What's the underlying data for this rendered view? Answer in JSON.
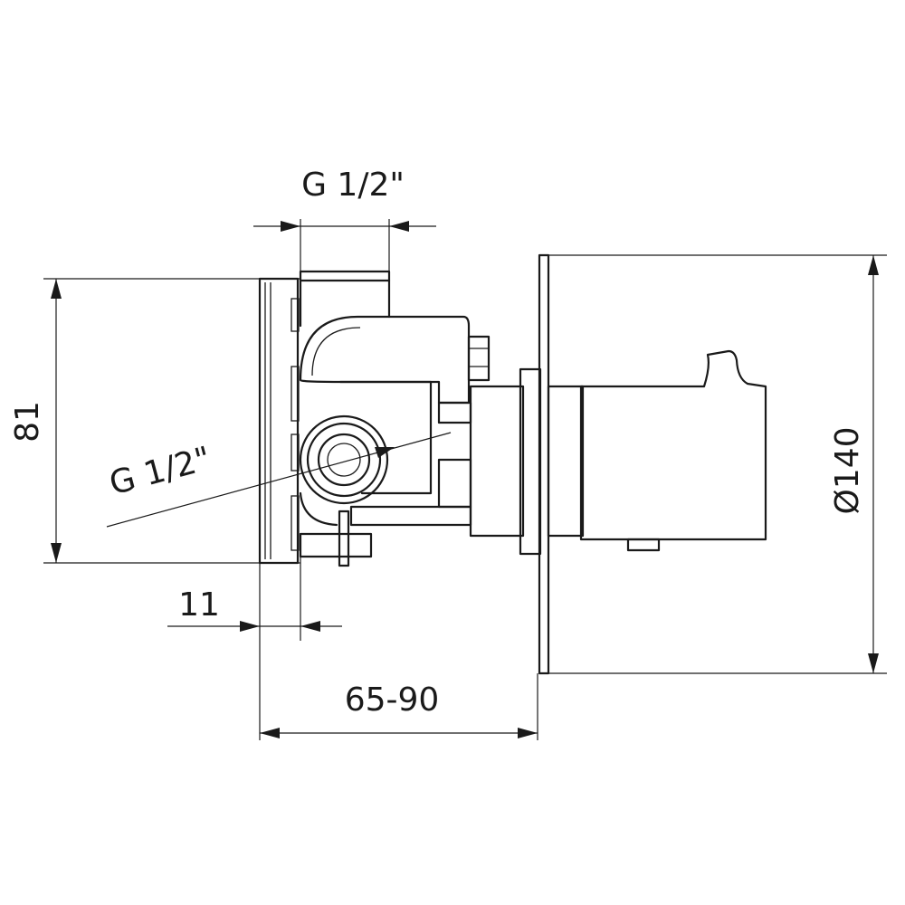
{
  "dimensions": {
    "thread_top": "G 1/2\"",
    "thread_side": "G 1/2\"",
    "height": "81",
    "offset": "11",
    "depth": "65-90",
    "diameter": "Ø140"
  }
}
